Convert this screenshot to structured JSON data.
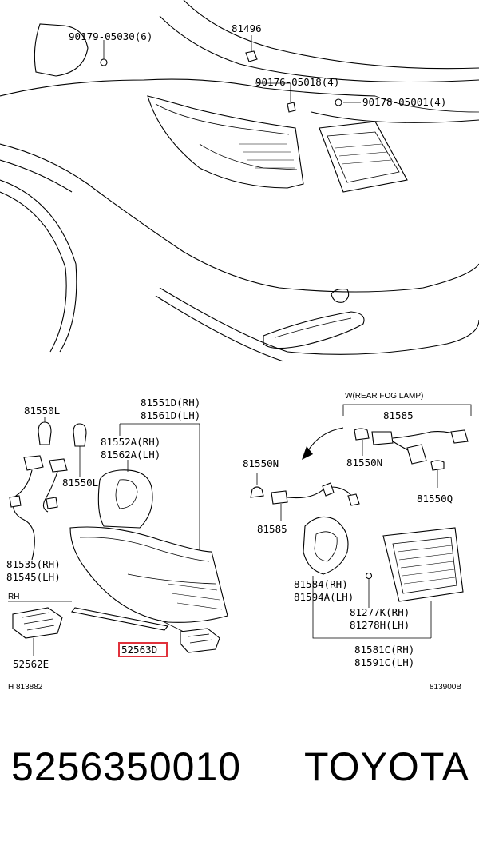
{
  "callouts": {
    "p90179": "90179-05030(6)",
    "p81496": "81496",
    "p90176": "90176-05018(4)",
    "p90178": "90178-05001(4)",
    "p81550L_top": "81550L",
    "p81551D": "81551D(RH)",
    "p81561D": "81561D(LH)",
    "p81552A": "81552A(RH)",
    "p81562A": "81562A(LH)",
    "p81550L_mid": "81550L",
    "p81535": "81535(RH)",
    "p81545": "81545(LH)",
    "rh": "RH",
    "p52562E": "52562E",
    "p52563D": "52563D",
    "fog_note": "W(REAR FOG LAMP)",
    "p81585_top": "81585",
    "p81550N_left": "81550N",
    "p81550N_right": "81550N",
    "p81550Q": "81550Q",
    "p81585_mid": "81585",
    "p81584": "81584(RH)",
    "p81594A": "81594A(LH)",
    "p81277K": "81277K(RH)",
    "p81278H": "81278H(LH)",
    "p81581C": "81581C(RH)",
    "p81591C": "81591C(LH)",
    "fig_left": "H 813882",
    "fig_right": "813900B"
  },
  "highlight": {
    "part": "52563D",
    "color": "#e0323c"
  },
  "footer": {
    "part_number": "5256350010",
    "brand": "TOYOTA"
  }
}
